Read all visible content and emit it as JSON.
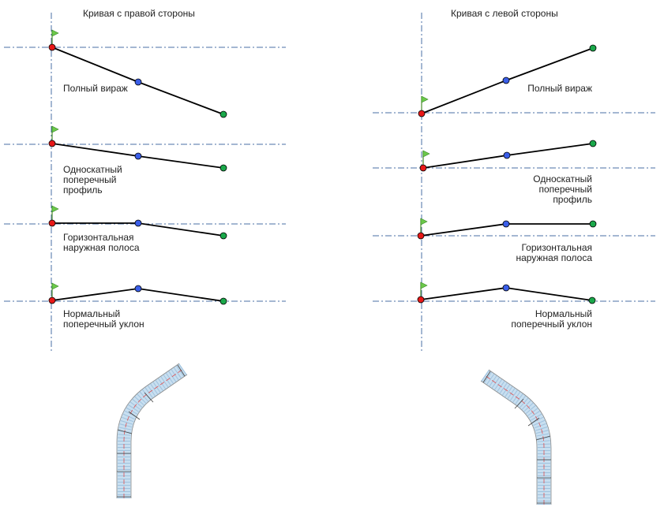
{
  "panels": {
    "right": {
      "title": "Кривая с правой стороны",
      "labels": {
        "full_super": "Полный вираж",
        "single_slope": [
          "Односкатный",
          "поперечный",
          "профиль"
        ],
        "horizontal_outer": [
          "Горизонтальная",
          "наружная полоса"
        ],
        "normal_crown": [
          "Нормальный",
          "поперечный уклон"
        ]
      }
    },
    "left": {
      "title": "Кривая с левой стороны",
      "labels": {
        "full_super": "Полный вираж",
        "single_slope": [
          "Односкатный",
          "поперечный",
          "профиль"
        ],
        "horizontal_outer": [
          "Горизонтальная",
          "наружная полоса"
        ],
        "normal_crown": [
          "Нормальный",
          "поперечный уклон"
        ]
      }
    }
  },
  "colors": {
    "pivot_point": "#e81818",
    "center_point": "#3a5ee8",
    "edge_point": "#1aa84a",
    "flag": "#6cc84a",
    "axis": "#4a6fa5"
  }
}
